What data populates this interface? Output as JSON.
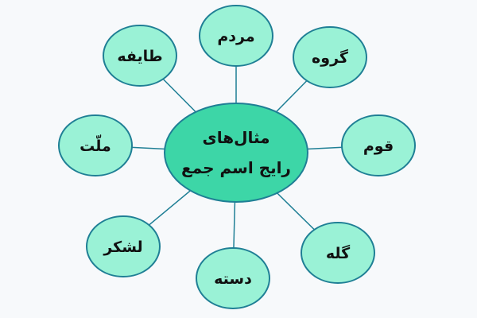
{
  "center": {
    "lines": [
      "مثال‌های",
      "رایج اسم جمع"
    ]
  },
  "nodes": [
    {
      "label": "مردم"
    },
    {
      "label": "گروه"
    },
    {
      "label": "قوم"
    },
    {
      "label": "گله"
    },
    {
      "label": "دسته"
    },
    {
      "label": "لشکر"
    },
    {
      "label": "ملّت"
    },
    {
      "label": "طایفه"
    }
  ],
  "colors": {
    "center_fill": "#3dd6a7",
    "node_fill": "#9af2d6",
    "stroke": "#1f7f95",
    "background": "#f7f9fb"
  }
}
